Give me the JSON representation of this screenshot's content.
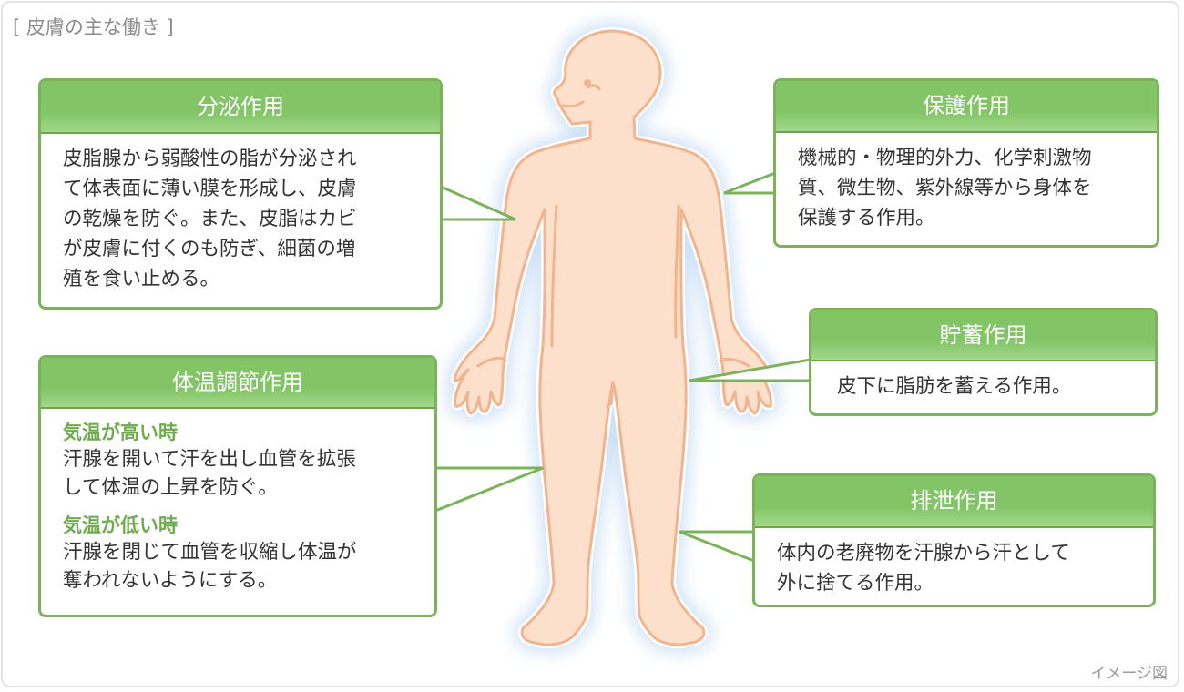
{
  "title": "[ 皮膚の主な働き ]",
  "caption": "イメージ図",
  "colors": {
    "box_border": "#7cb35a",
    "header_bg": "#82c466",
    "subheading": "#6fab4f",
    "skin_fill": "#fde0cc",
    "skin_outline": "#f0b48e",
    "glow": "#cfe2f6"
  },
  "boxes": {
    "secretion": {
      "title": "分泌作用",
      "body": "皮脂腺から弱酸性の脂が分泌され\nて体表面に薄い膜を形成し、皮膚\nの乾燥を防ぐ。また、皮脂はカビ\nが皮膚に付くのも防ぎ、細菌の増\n殖を食い止める。"
    },
    "thermoregulation": {
      "title": "体温調節作用",
      "sections": [
        {
          "heading": "気温が高い時",
          "text": "汗腺を開いて汗を出し血管を拡張\nして体温の上昇を防ぐ。"
        },
        {
          "heading": "気温が低い時",
          "text": "汗腺を閉じて血管を収縮し体温が\n奪われないようにする。"
        }
      ]
    },
    "protection": {
      "title": "保護作用",
      "body": "機械的・物理的外力、化学刺激物\n質、微生物、紫外線等から身体を\n保護する作用。"
    },
    "storage": {
      "title": "貯蓄作用",
      "body": "皮下に脂肪を蓄える作用。"
    },
    "excretion": {
      "title": "排泄作用",
      "body": "体内の老廃物を汗腺から汗として\n外に捨てる作用。"
    }
  }
}
